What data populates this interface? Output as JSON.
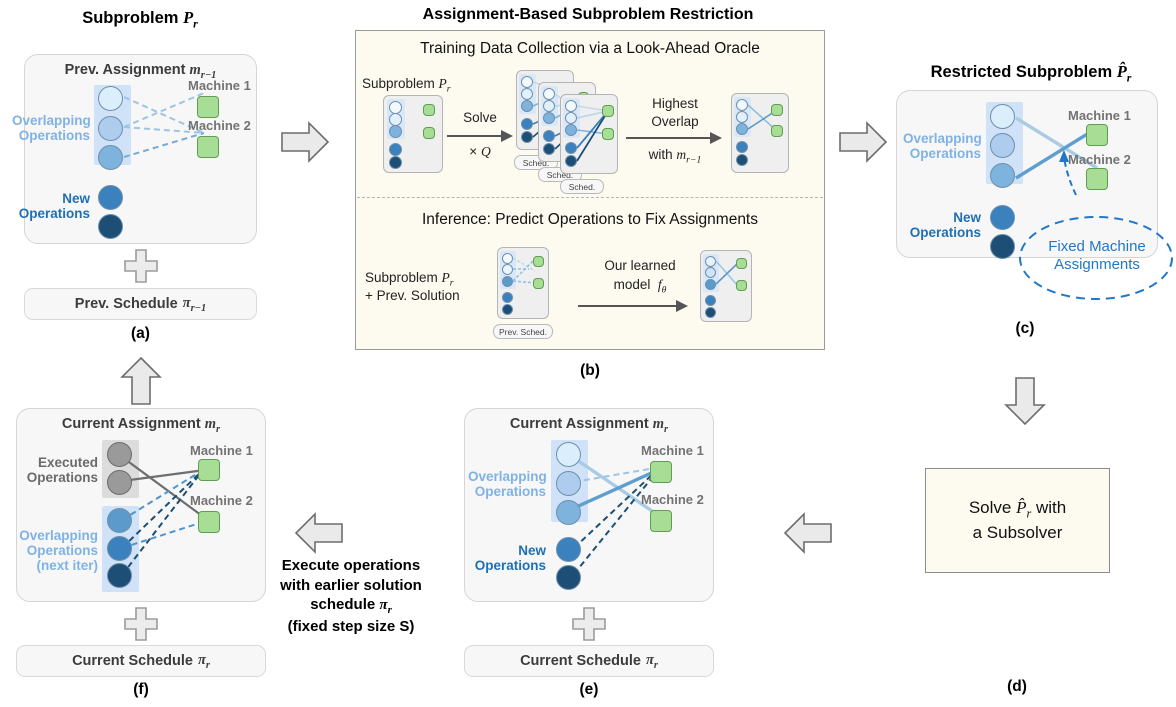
{
  "diagram": {
    "title": "Assignment-Based Subproblem Restriction",
    "panels": {
      "a": {
        "letter": "(a)",
        "title_plain": "Subproblem P_r",
        "card_head_plain": "Prev. Assignment m_{r-1}",
        "labels": {
          "overlapping": "Overlapping\nOperations",
          "overlapping_line1": "Overlapping",
          "overlapping_line2": "Operations",
          "new_line1": "New",
          "new_line2": "Operations",
          "machine1": "Machine 1",
          "machine2": "Machine 2"
        },
        "schedule_pill_plain": "Prev. Schedule π_{r-1}"
      },
      "b": {
        "letter": "(b)",
        "top_title": "Training Data Collection via a Look-Ahead Oracle",
        "bottom_title": "Inference: Predict Operations to Fix Assignments",
        "top_row": {
          "input_label_plain": "Subproblem P_r",
          "arrow1_line1": "Solve",
          "arrow1_line2": "× Q",
          "stack_tags": [
            "Sched.",
            "Sched.",
            "Sched."
          ],
          "arrow2_line1": "Highest",
          "arrow2_line2": "Overlap",
          "arrow2_line3_plain": "with m_{r-1}"
        },
        "bottom_row": {
          "input_line1_plain": "Subproblem P_r",
          "input_line2": "+ Prev. Solution",
          "input_tag": "Prev. Sched.",
          "arrow_line1": "Our learned",
          "arrow_line2_plain": "model f_θ"
        }
      },
      "c": {
        "letter": "(c)",
        "title_plain": "Restricted Subproblem P̂_r",
        "labels": {
          "overlapping_line1": "Overlapping",
          "overlapping_line2": "Operations",
          "new_line1": "New",
          "new_line2": "Operations",
          "machine1": "Machine 1",
          "machine2": "Machine 2"
        },
        "callout_line1": "Fixed Machine",
        "callout_line2": "Assignments"
      },
      "d": {
        "letter": "(d)",
        "box_line1_plain": "Solve P̂_r with",
        "box_line2": "a Subsolver"
      },
      "e": {
        "letter": "(e)",
        "card_head_plain": "Current Assignment m_r",
        "labels": {
          "overlapping_line1": "Overlapping",
          "overlapping_line2": "Operations",
          "new_line1": "New",
          "new_line2": "Operations",
          "machine1": "Machine 1",
          "machine2": "Machine 2"
        },
        "schedule_pill_plain": "Current Schedule π_r"
      },
      "f": {
        "letter": "(f)",
        "card_head_plain": "Current Assignment m_r",
        "labels": {
          "executed_line1": "Executed",
          "executed_line2": "Operations",
          "overlapping_line1": "Overlapping",
          "overlapping_line2": "Operations",
          "overlapping_line3": "(next iter)",
          "machine1": "Machine 1",
          "machine2": "Machine 2"
        },
        "schedule_pill_plain": "Current Schedule π_r"
      }
    },
    "transition_label": {
      "line1": "Execute operations",
      "line2": "with earlier solution",
      "line3_plain": "schedule π_r",
      "line4": "(fixed step size S)"
    },
    "colors": {
      "node_lightest": "#dbeefb",
      "node_light": "#aecdee",
      "node_mid": "#7eb3dd",
      "node_blue": "#3a81bd",
      "node_dark": "#1d4f76",
      "node_gray": "#9a9a9a",
      "machine_green": "#a8dd96",
      "machine_green_border": "#5f9e52",
      "highlight_blue": "#cfe2f7",
      "highlight_gray": "#dcdcdc",
      "panel_bg": "#f7f7f7",
      "center_bg": "#fdfbf0",
      "accent_blue": "#2277c8",
      "arrow_fill": "#eaeaea",
      "arrow_stroke": "#6d6d6d"
    },
    "icons": {
      "plus": "plus-connector-icon",
      "block_arrow_right": "block-arrow-right-icon",
      "block_arrow_left": "block-arrow-left-icon",
      "block_arrow_up": "block-arrow-up-icon",
      "block_arrow_down": "block-arrow-down-icon"
    }
  }
}
